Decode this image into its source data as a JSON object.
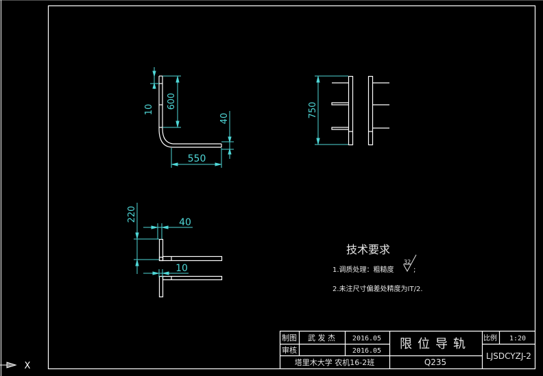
{
  "drawing": {
    "title": "限位导轨",
    "material": "Q235",
    "scale_label": "比例",
    "scale_value": "1:20",
    "drawing_number": "LJSDCYZJ-2",
    "drawn_by_label": "制图",
    "drawn_by": "武 发 杰",
    "drawn_date": "2016.05",
    "checked_by_label": "审核",
    "checked_by": "",
    "checked_date": "2016.05",
    "organization": "塔里木大学 农机16-2班"
  },
  "technical_requirements": {
    "heading": "技术要求",
    "items": [
      {
        "text": "1.调质处理：粗糙度",
        "roughness": "32",
        "suffix": ";"
      },
      {
        "text": "2.未注尺寸偏差处精度为IT/2."
      }
    ]
  },
  "dimensions": {
    "front_view": {
      "d_10": "10",
      "d_600": "600",
      "d_40": "40",
      "d_550": "550"
    },
    "side_view": {
      "d_750": "750"
    },
    "top_view": {
      "d_220": "220",
      "d_40": "40",
      "d_10": "10"
    }
  },
  "ucs_icon": {
    "axis_label": "X"
  },
  "colors": {
    "background": "#000000",
    "geometry": "#ffffff",
    "dimension": "#4fd8d8",
    "text": "#e6e6e6"
  }
}
